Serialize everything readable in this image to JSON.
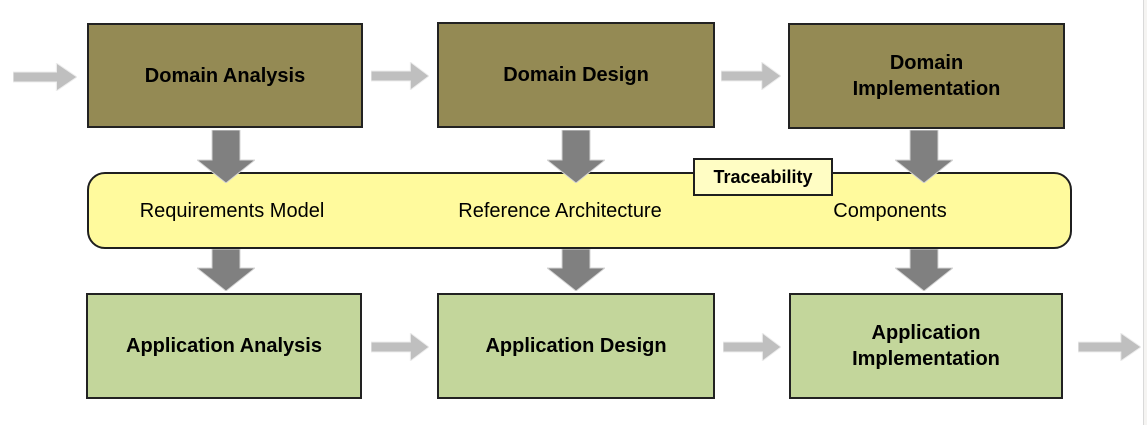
{
  "boxes": {
    "domain_analysis": "Domain Analysis",
    "domain_design": "Domain Design",
    "domain_implementation": "Domain Implementation",
    "application_analysis": "Application Analysis",
    "application_design": "Application Design",
    "application_implementation": "Application Implementation"
  },
  "band": {
    "requirements_model": "Requirements Model",
    "reference_architecture": "Reference Architecture",
    "components": "Components",
    "traceability_label": "Traceability"
  },
  "colors": {
    "domain_box_fill": "#948A54",
    "application_box_fill": "#C3D69B",
    "band_fill": "#FFFA9D",
    "traceability_fill": "#FFFDC4",
    "vertical_arrow": "#808080",
    "horizontal_arrow": "#BFBFBF",
    "box_border": "#222222",
    "text": "#000000"
  }
}
